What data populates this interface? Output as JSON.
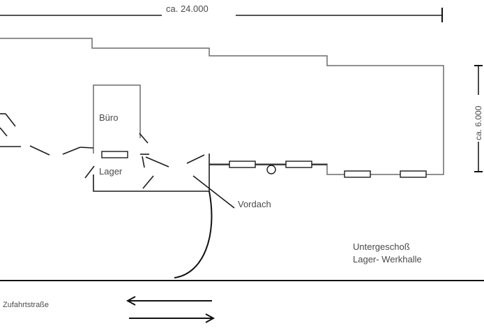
{
  "dimensions": {
    "width_label": "ca. 24.000",
    "height_label": "ca. 6.000"
  },
  "rooms": {
    "buero": "Büro",
    "lager": "Lager"
  },
  "labels": {
    "vordach": "Vordach",
    "untergeschoss": "Untergeschoß",
    "werkhalle": "Lager- Werkhalle",
    "road": "Zufahrtstraße"
  },
  "colors": {
    "line": "#1c1c1c",
    "outline": "#6b6b6b",
    "text": "#4a4a4a"
  }
}
